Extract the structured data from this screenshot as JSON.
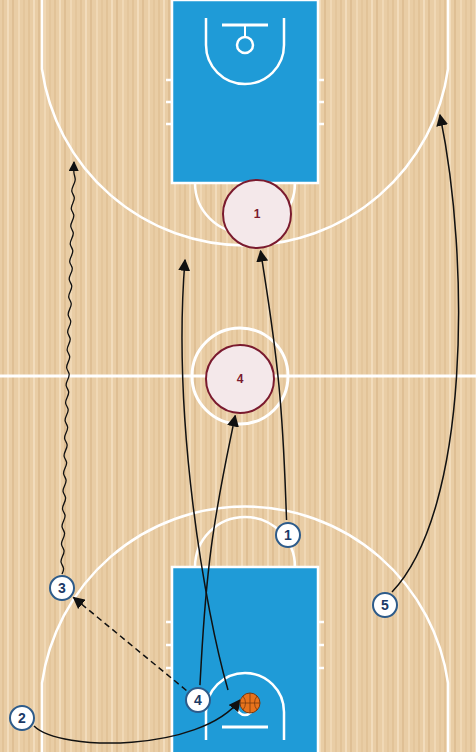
{
  "diagram": {
    "nodes": [
      {
        "text": [
          "1"
        ]
      },
      {
        "text": [
          "4"
        ]
      },
      {
        "text": [
          "1"
        ]
      },
      {
        "text": [
          "3"
        ]
      },
      {
        "text": [
          "5"
        ]
      },
      {
        "text": [
          "4"
        ]
      },
      {
        "text": [
          "2"
        ]
      }
    ],
    "edges": [
      {
        "from": 2,
        "to": 0,
        "arrow": "to"
      },
      {
        "from": 5,
        "to": 1,
        "arrow": "to"
      },
      {
        "from": 5,
        "to": 3,
        "arrow": "to"
      }
    ]
  }
}
